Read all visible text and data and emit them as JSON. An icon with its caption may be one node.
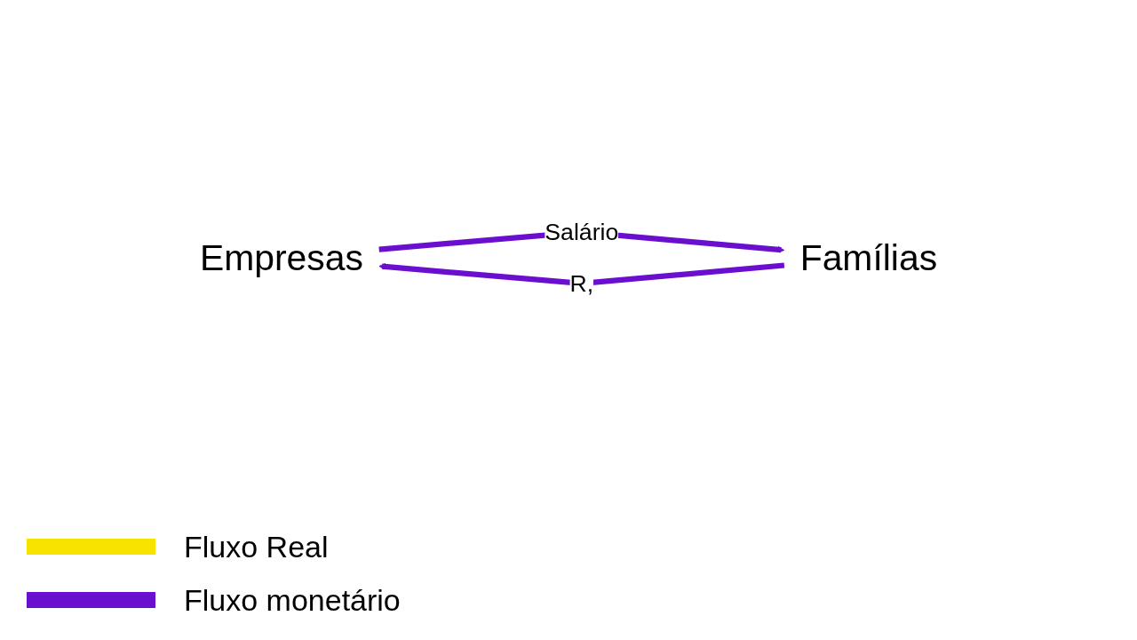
{
  "diagram": {
    "nodes": [
      {
        "text": [
          "Empresas"
        ]
      },
      {
        "text": [
          "Famílias"
        ]
      }
    ],
    "edges": [
      {
        "from": 1,
        "to": 0,
        "arrow": "to",
        "label": "R,"
      },
      {
        "from": 0,
        "to": 1,
        "arrow": "to",
        "label": "Salário"
      }
    ],
    "legend": [
      {
        "text": "Fluxo Real",
        "color": "#f7e200"
      },
      {
        "text": "Fluxo monetário",
        "color": "#6a0fd0"
      }
    ]
  }
}
